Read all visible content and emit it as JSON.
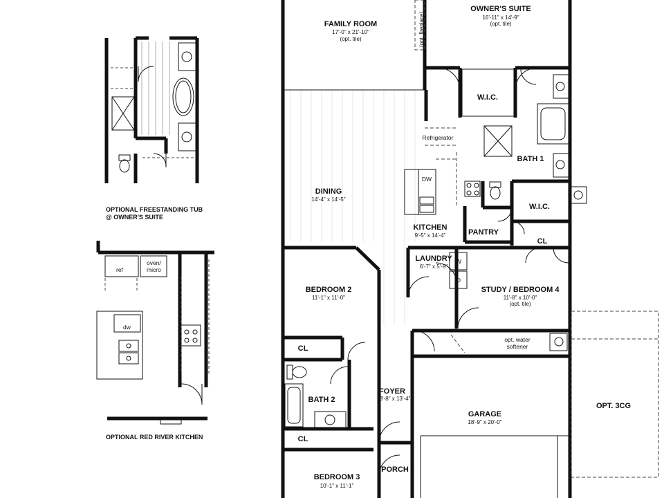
{
  "rooms": {
    "family_room": {
      "name": "FAMILY ROOM",
      "dims": "17'-0\" x 21'-10\"",
      "note": "(opt. tile)"
    },
    "owners_suite": {
      "name": "OWNER'S SUITE",
      "dims": "16'-11\" x 14'-9\"",
      "note": "(opt. tile)"
    },
    "dining": {
      "name": "DINING",
      "dims": "14'-4\" x 14'-5\""
    },
    "kitchen": {
      "name": "KITCHEN",
      "dims": "9'-5\" x 14'-4\""
    },
    "bedroom2": {
      "name": "BEDROOM 2",
      "dims": "11'-1\" x 11'-0\""
    },
    "laundry": {
      "name": "LAUNDRY",
      "dims": "6'-7\" x 5'-9\""
    },
    "study": {
      "name": "STUDY / BEDROOM 4",
      "dims": "11'-8\" x 10'-0\"",
      "note": "(opt. tile)"
    },
    "foyer": {
      "name": "FOYER",
      "dims": "3'-8\" x 13'-4\""
    },
    "garage": {
      "name": "GARAGE",
      "dims": "18'-9\" x 20'-0\""
    },
    "bedroom3": {
      "name": "BEDROOM 3",
      "dims": "10'-1\" x 11'-1\""
    }
  },
  "labels": {
    "wic": "W.I.C.",
    "bath1": "BATH 1",
    "bath2": "BATH 2",
    "pantry": "PANTRY",
    "cl": "CL",
    "porch": "PORCH",
    "opt_3cg": "OPT. 3CG",
    "refrigerator": "Refrigerator",
    "dw": "DW",
    "opt_fireplace": "(opt. fireplace)",
    "water_softener_1": "opt. water",
    "water_softener_2": "softener",
    "w": "W",
    "d": "D"
  },
  "insets": {
    "tub_caption_1": "OPTIONAL FREESTANDING TUB",
    "tub_caption_2": "@ OWNER'S SUITE",
    "kitchen_caption": "OPTIONAL RED RIVER KITCHEN",
    "ref": "ref",
    "oven_1": "oven/",
    "oven_2": "micro",
    "dw": "dw"
  }
}
